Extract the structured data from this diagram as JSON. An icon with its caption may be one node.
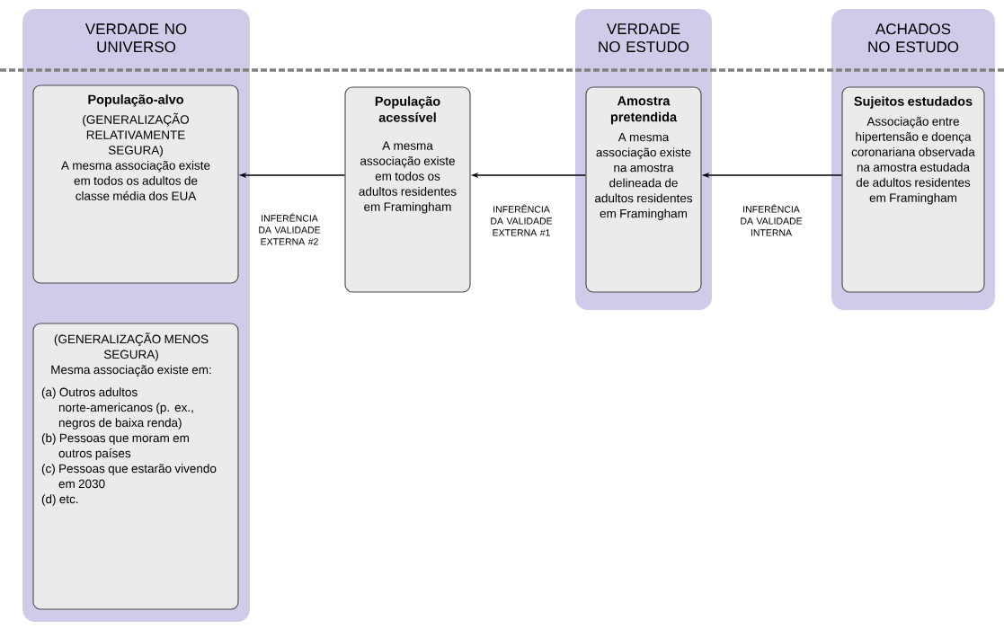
{
  "diagram": {
    "nodes": [
      {
        "text": [
          "VERDADE NO UNIVERSO"
        ]
      },
      {
        "text": [
          "População-alvo",
          "(GENERALIZAÇÃO RELATIVAMENTE SEGURA)",
          "A mesma associação existe em todos os adultos de classe média dos EUA"
        ],
        "in": 0
      },
      {
        "text": [
          "(GENERALIZAÇÃO MENOS SEGURA)",
          "Mesma associação existe em:",
          "(a) Outros adultos norte-americanos (p. ex., negros de baixa renda)",
          "(b) Pessoas que moram em outros países",
          "(c) Pessoas que estarão vivendo em 2030",
          "(d) etc."
        ],
        "in": 0
      },
      {
        "text": [
          "População acessível",
          "A mesma associação existe em todos os adultos residentes em Framingham"
        ]
      },
      {
        "text": [
          "VERDADE NO ESTUDO"
        ]
      },
      {
        "text": [
          "Amostra pretendida",
          "A mesma associação existe na amostra delineada de adultos residentes em Framingham"
        ],
        "in": 4
      },
      {
        "text": [
          "ACHADOS NO ESTUDO"
        ]
      },
      {
        "text": [
          "Sujeitos estudados",
          "Associação entre hipertensão e doença coronariana observada na amostra estudada de adultos residentes em Framingham"
        ],
        "in": 6
      }
    ],
    "edges": [
      {
        "from": 7,
        "to": 5,
        "arrow": "to",
        "label": "INFERÊNCIA DA VALIDADE INTERNA"
      },
      {
        "from": 5,
        "to": 3,
        "arrow": "to",
        "label": "INFERÊNCIA DA VALIDADE EXTERNA #1"
      },
      {
        "from": 3,
        "to": 1,
        "arrow": "to",
        "label": "INFERÊNCIA DA VALIDADE EXTERNA #2"
      }
    ]
  }
}
